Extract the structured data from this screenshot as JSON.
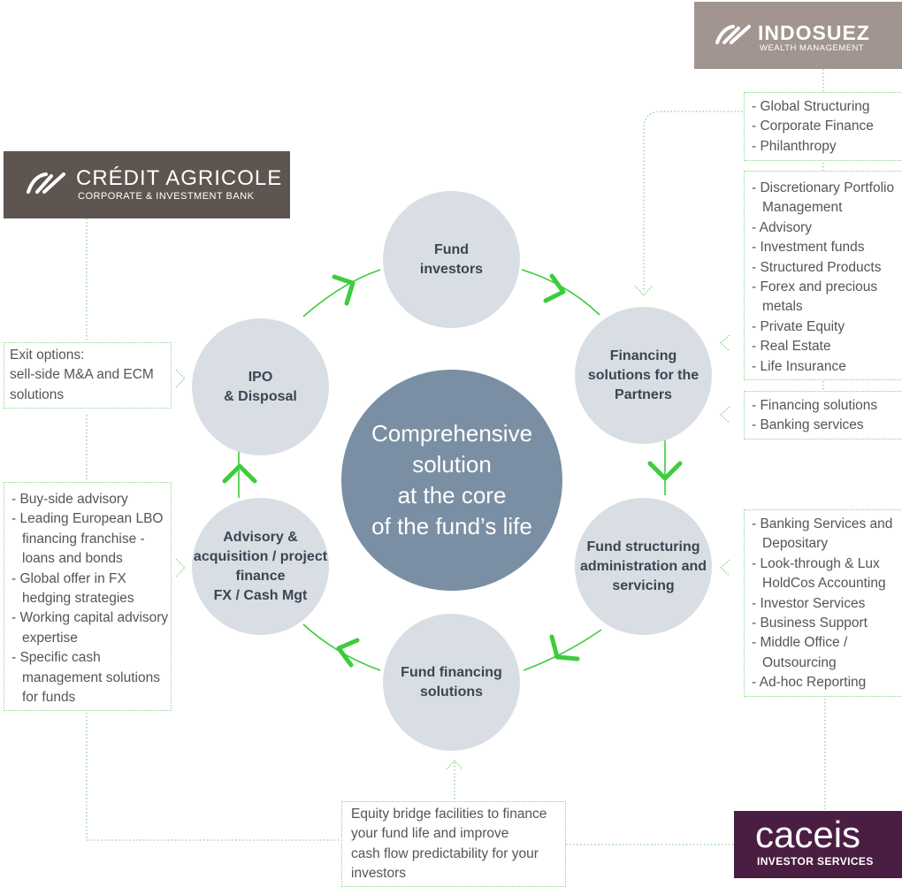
{
  "center": {
    "text": "Comprehensive\nsolution\nat the core\nof the fund’s life"
  },
  "nodes": {
    "fund_investors": "Fund\ninvestors",
    "financing_solutions": "Financing\nsolutions for the\nPartners",
    "fund_structuring": "Fund structuring\nadministration and\nservicing",
    "fund_financing": "Fund financing\nsolutions",
    "advisory": "Advisory &\nacquisition / project\nfinance\nFX / Cash Mgt",
    "ipo": "IPO\n& Disposal"
  },
  "logos": {
    "credit_agricole": {
      "name": "CRÉDIT AGRICOLE",
      "sub": "CORPORATE & INVESTMENT BANK",
      "bg": "#5e5450"
    },
    "indosuez": {
      "name": "INDOSUEZ",
      "sub": "WEALTH MANAGEMENT",
      "bg": "#a29590"
    },
    "caceis": {
      "name": "caceis",
      "sub": "INVESTOR SERVICES",
      "bg": "#4a1e43"
    }
  },
  "boxes": {
    "indosuez_top": [
      "Global Structuring",
      "Corporate Finance",
      "Philanthropy"
    ],
    "indosuez_main": [
      "Discretionary Portfolio Management",
      "Advisory",
      "Investment funds",
      "Structured Products",
      "Forex and precious metals",
      "Private Equity",
      "Real Estate",
      "Life Insurance"
    ],
    "financing": [
      "Financing solutions",
      "Banking services"
    ],
    "caceis": [
      "Banking Services and Depositary",
      "Look-through & Lux HoldCos Accounting",
      "Investor Services",
      "Business Support",
      "Middle Office / Outsourcing",
      "Ad-hoc Reporting"
    ],
    "exit_options": "Exit options:\nsell-side M&A and ECM\nsolutions",
    "advisory": [
      "Buy-side advisory",
      "Leading European LBO financing franchise - loans and bonds",
      "Global offer in FX hedging strategies",
      "Working capital advisory expertise",
      "Specific cash management solutions for funds"
    ],
    "equity_bridge": "Equity bridge facilities to finance\nyour fund life and improve\ncash flow predictability for your\ninvestors"
  },
  "colors": {
    "accent_green": "#3ccc3c",
    "dotted_green": "#8fd08f",
    "node_grey": "#d9dee4",
    "center_blue": "#7a8fa3"
  }
}
